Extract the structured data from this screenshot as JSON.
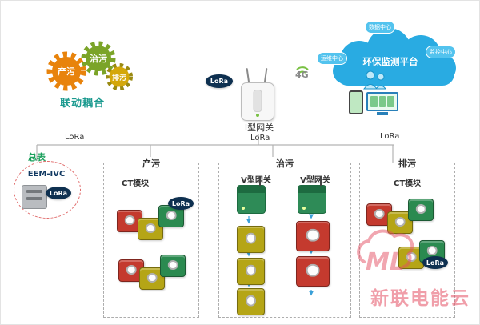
{
  "colors": {
    "accent_blue": "#29abe2",
    "lora_badge": "#0e3050",
    "gear_orange": "#e8830c",
    "gear_green": "#7ba428",
    "gear_yellow": "#d4a70a",
    "module_red": "#c43a2e",
    "module_yellow": "#b5a516",
    "module_green": "#2b8a50",
    "watermark_red": "#e44f63",
    "dashed_border": "#adadad"
  },
  "gears": {
    "g1": "产污",
    "g2": "治污",
    "g3": "排污",
    "caption": "联动耦合"
  },
  "gateway": {
    "label": "I型网关",
    "lora": "LoRa",
    "signal": "4G"
  },
  "cloud": {
    "title": "环保监测平台",
    "bubble_top": "数据中心",
    "bubble_left": "运维中心",
    "bubble_right": "监控中心"
  },
  "bus": {
    "lora_left": "LoRa",
    "lora_center": "LoRa",
    "lora_right": "LoRa"
  },
  "meter": {
    "title": "总表",
    "model": "EEM-IVC",
    "lora": "LoRa"
  },
  "section_chanwu": {
    "title": "产污",
    "module_label": "CT模块",
    "lora": "LoRa"
  },
  "section_zhiwu": {
    "title": "治污",
    "gateway_left": "V型网关",
    "gateway_right": "V型网关"
  },
  "section_paiwu": {
    "title": "排污",
    "module_label": "CT模块",
    "lora": "LoRa"
  },
  "watermark": {
    "logo": "ML",
    "text": "新联电能云"
  }
}
